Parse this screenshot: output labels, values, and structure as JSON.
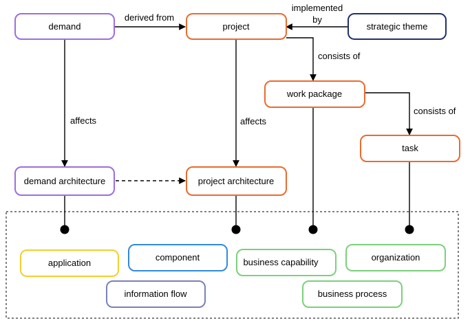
{
  "colors": {
    "purple": "#9b6ee0",
    "orange": "#ea6a2f",
    "navy": "#1f2f6e",
    "yellow": "#f2cf2a",
    "blue": "#2f8ae0",
    "slate": "#7b80b8",
    "green": "#7bd07b",
    "edge": "#000000"
  },
  "nodes": {
    "demand": {
      "label": "demand",
      "color": "purple"
    },
    "project": {
      "label": "project",
      "color": "orange"
    },
    "strategic_theme": {
      "label": "strategic theme",
      "color": "navy"
    },
    "work_package": {
      "label": "work package",
      "color": "orange"
    },
    "task": {
      "label": "task",
      "color": "orange"
    },
    "demand_architecture": {
      "label": "demand architecture",
      "color": "purple"
    },
    "project_architecture": {
      "label": "project architecture",
      "color": "orange"
    },
    "application": {
      "label": "application",
      "color": "yellow"
    },
    "component": {
      "label": "component",
      "color": "blue"
    },
    "information_flow": {
      "label": "information flow",
      "color": "slate"
    },
    "business_capability": {
      "label": "business capability",
      "color": "green"
    },
    "business_process": {
      "label": "business process",
      "color": "green"
    },
    "organization": {
      "label": "organization",
      "color": "green"
    }
  },
  "edges": {
    "derived_from": {
      "label": "derived from"
    },
    "implemented_by": {
      "label_line1": "implemented",
      "label_line2": "by"
    },
    "consists_of_wp": {
      "label": "consists of"
    },
    "consists_of_task": {
      "label": "consists of"
    },
    "affects_demand": {
      "label": "affects"
    },
    "affects_project": {
      "label": "affects"
    }
  }
}
